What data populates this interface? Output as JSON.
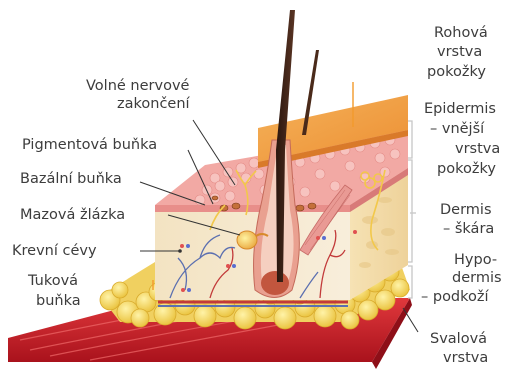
{
  "labels": {
    "volne_nervove_line1": "Volné nervové",
    "volne_nervove_line2": "zakončení",
    "pigmentova_bunka": "Pigmentová buňka",
    "bazalni_bunka": "Bazální buňka",
    "mazova_zlazka": "Mazová žlázka",
    "krevni_cevy": "Krevní cévy",
    "tukova_line1": "Tuková",
    "tukova_line2": "buňka",
    "rohova_line1": "Rohová",
    "rohova_line2": "vrstva",
    "rohova_line3": "pokožky",
    "epidermis_line1": "Epidermis",
    "epidermis_line2": "– vnější",
    "epidermis_line3": "vrstva",
    "epidermis_line4": "pokožky",
    "dermis_line1": "Dermis",
    "dermis_line2": "– škára",
    "hypodermis_line1": "Hypo-",
    "hypodermis_line2": "dermis",
    "hypodermis_line3": "– podkoží",
    "svalova_line1": "Svalová",
    "svalova_line2": "vrstva"
  },
  "colors": {
    "muscle": "#c8202a",
    "fat": "#f3d650",
    "dermis": "#f6e9c8",
    "epidermis": "#f2a9a4",
    "stratum_corneum": "#f2a24a",
    "hair": "#3d2418",
    "leader_line": "#333333",
    "orange_leader": "#f39a2b",
    "bracket": "#c7c7c7"
  },
  "icons": [
    "hair-shaft",
    "hair-follicle",
    "sebaceous-gland",
    "blood-vessels",
    "nerve-endings",
    "fat-cells",
    "muscle-layer",
    "melanocyte",
    "basal-cell"
  ]
}
